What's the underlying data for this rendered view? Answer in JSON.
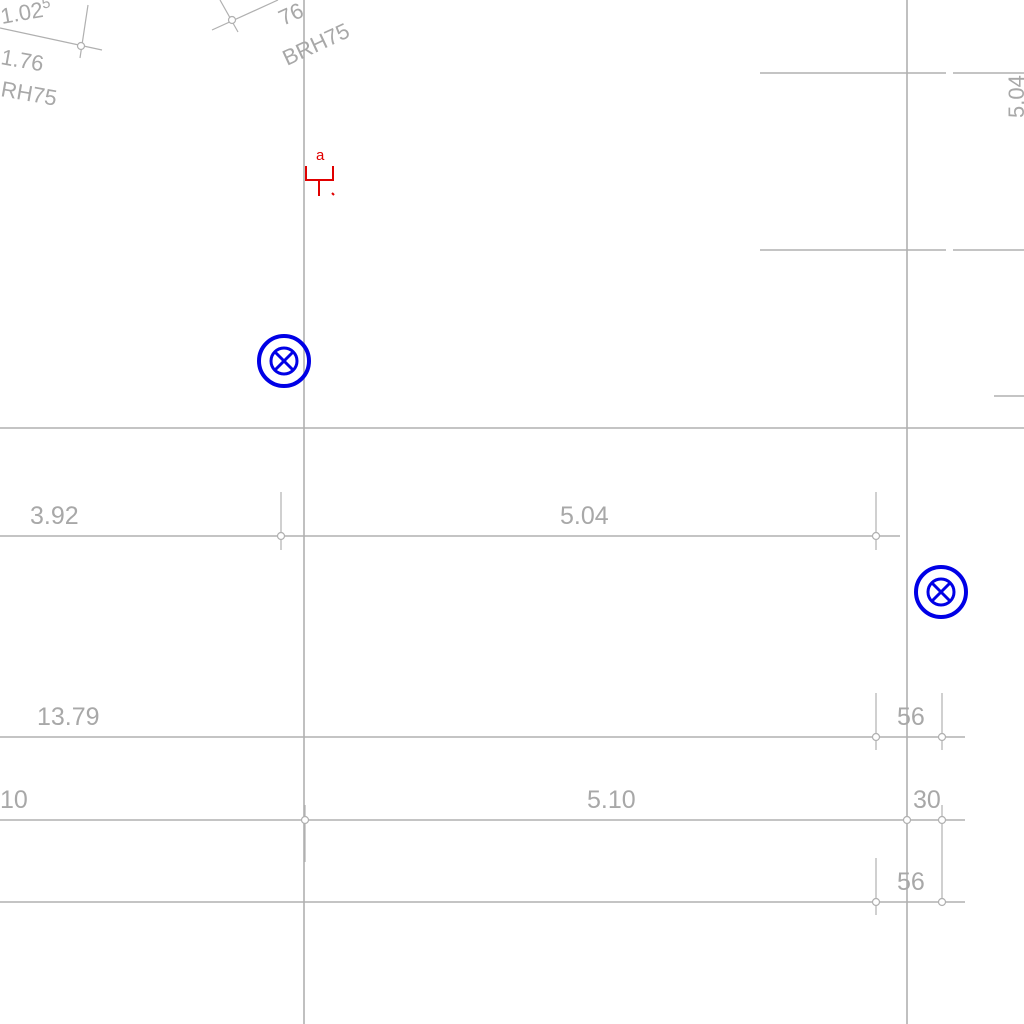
{
  "dimensions": {
    "top_left_a": "1.02",
    "top_left_a_sup": "5",
    "top_left_b": "1.76",
    "top_left_c": "RH75",
    "top_mid_a": "76",
    "top_mid_b": "BRH75",
    "right_vertical": "5.04",
    "row1_left": "3.92",
    "row1_mid": "5.04",
    "row2_left": "13.79",
    "row2_right": "56",
    "row3_left": "10",
    "row3_mid": "5.10",
    "row3_right": "30",
    "row4_right": "56"
  },
  "symbols": {
    "floor_drain": "floor-drain-symbol",
    "wall_tap_label": "a"
  },
  "colors": {
    "linework": "#b0b0b0",
    "drain_symbol": "#0000e6",
    "tap_symbol": "#e00000"
  }
}
